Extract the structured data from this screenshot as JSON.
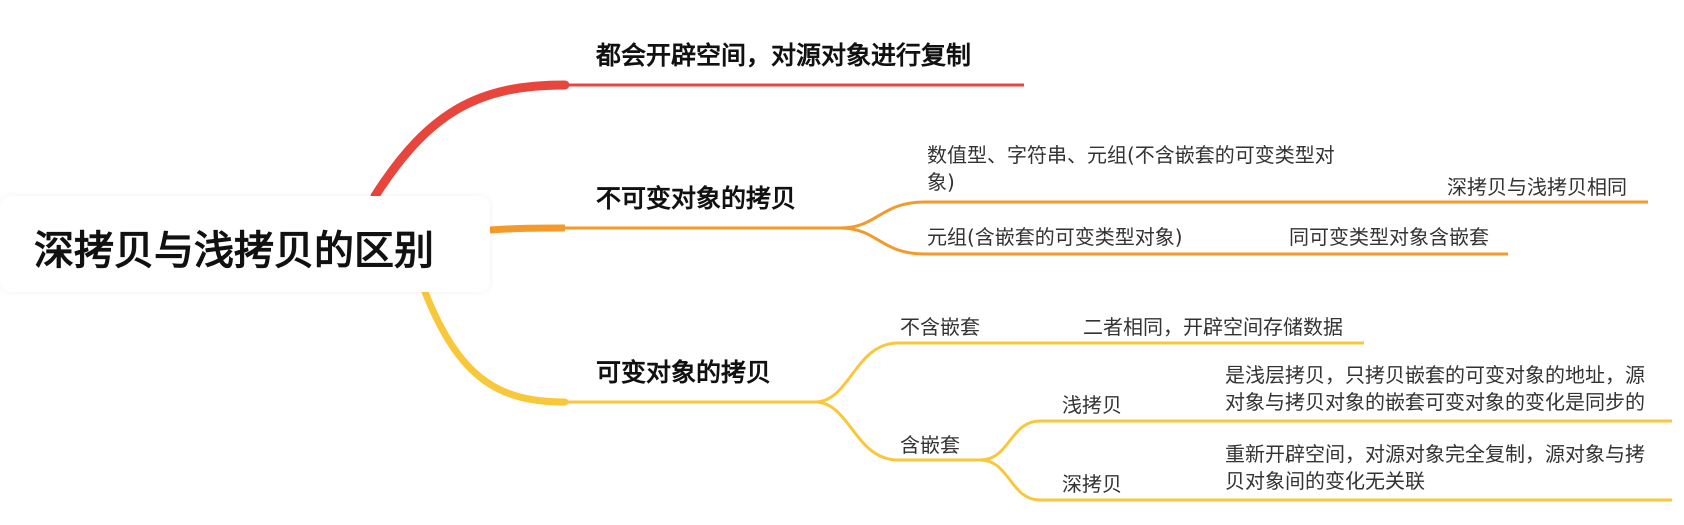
{
  "root": "深拷贝与浅拷贝的区别",
  "colors": {
    "red": "#e8453c",
    "orange": "#f39a2b",
    "yellow": "#f8c73a"
  },
  "branches": [
    {
      "label": "都会开辟空间，对源对象进行复制"
    },
    {
      "label": "不可变对象的拷贝",
      "children": [
        {
          "label": "数值型、字符串、元组(不含嵌套的可变类型对象)",
          "note": "深拷贝与浅拷贝相同"
        },
        {
          "label": "元组(含嵌套的可变类型对象)",
          "note": "同可变类型对象含嵌套"
        }
      ]
    },
    {
      "label": "可变对象的拷贝",
      "children": [
        {
          "label": "不含嵌套",
          "note": "二者相同，开辟空间存储数据"
        },
        {
          "label": "含嵌套",
          "children": [
            {
              "label": "浅拷贝",
              "note": "是浅层拷贝，只拷贝嵌套的可变对象的地址，源对象与拷贝对象的嵌套可变对象的变化是同步的"
            },
            {
              "label": "深拷贝",
              "note": "重新开辟空间，对源对象完全复制，源对象与拷贝对象间的变化无关联"
            }
          ]
        }
      ]
    }
  ]
}
